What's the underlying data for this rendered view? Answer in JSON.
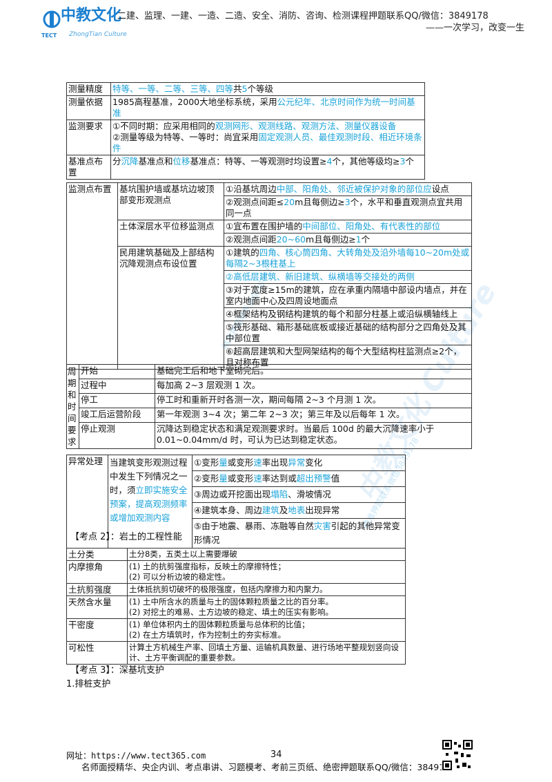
{
  "header": {
    "logo_cn": "中教文化",
    "logo_en": "ZhongTian Culture",
    "logo_tect": "TECT",
    "line1": "二建、监理、一建、一造、二造、安全、消防、咨询、检测课程押题联系QQ/微信：3849178",
    "line2": "——一次学习，改变一生"
  },
  "table1": [
    {
      "k": "测量精度",
      "v": [
        {
          "t": "特等、一等、二等、三等、四等",
          "c": "blue"
        },
        {
          "t": "共"
        },
        {
          "t": "5",
          "c": "blue"
        },
        {
          "t": "个等级"
        }
      ]
    },
    {
      "k": "测量依据",
      "v": [
        {
          "t": "1985高程基准，2000大地坐标系统，采用"
        },
        {
          "t": "公元纪年、北京时间作为统一时间基准",
          "c": "blue"
        }
      ]
    },
    {
      "k": "监测要求",
      "v": [
        {
          "t": "①不同时期：应采用相同的"
        },
        {
          "t": "观测网形、观测线路、观测方法、测量仪器设备",
          "c": "blue"
        }
      ],
      "v2": [
        {
          "t": "②测量等级为特等、一等时：尚宜采用"
        },
        {
          "t": "固定观测人员、最佳观测时段、相近环境条件",
          "c": "blue"
        }
      ]
    },
    {
      "k": "基准点布置",
      "v": [
        {
          "t": "分"
        },
        {
          "t": "沉降",
          "c": "blue"
        },
        {
          "t": "基准点和"
        },
        {
          "t": "位移",
          "c": "blue"
        },
        {
          "t": "基准点：特等、一等观测时均设置≥"
        },
        {
          "t": "4",
          "c": "blue"
        },
        {
          "t": "个，其他等级均≥"
        },
        {
          "t": "3",
          "c": "blue"
        },
        {
          "t": "个"
        }
      ]
    }
  ],
  "table2": {
    "title": "监测点布置",
    "groups": [
      {
        "name": "基坑围护墙或基坑边坡顶部变形观测点",
        "items": [
          [
            {
              "t": "①沿基坑周边"
            },
            {
              "t": "中部、阳角处、邻近被保护对象的部位应",
              "c": "blue"
            },
            {
              "t": "设点"
            }
          ],
          [
            {
              "t": "②观测点间距≤"
            },
            {
              "t": "20",
              "c": "blue"
            },
            {
              "t": "m且每侧边≥"
            },
            {
              "t": "3",
              "c": "blue"
            },
            {
              "t": "个，水平和垂直观测点宜共用同一点"
            }
          ]
        ]
      },
      {
        "name": "土体深层水平位移监测点",
        "items": [
          [
            {
              "t": "①宜布置在围护墙的"
            },
            {
              "t": "中间部位、阳角处、有代表性的部位",
              "c": "blue"
            }
          ],
          [
            {
              "t": "②观测点间距"
            },
            {
              "t": "20~60",
              "c": "blue"
            },
            {
              "t": "m且每侧边≥"
            },
            {
              "t": "1",
              "c": "blue"
            },
            {
              "t": "个"
            }
          ]
        ]
      },
      {
        "name": "民用建筑基础及上部结构沉降观测点布设位置",
        "items": [
          [
            {
              "t": "①建筑的"
            },
            {
              "t": "四角、核心筒四角、大转角处及沿外墙每10~20m处或每隔2~3根柱基上",
              "c": "blue"
            }
          ],
          [
            {
              "t": "②高低层建筑、新旧建筑、纵横墙等交接处的两侧",
              "c": "blue"
            }
          ],
          [
            {
              "t": "③对于宽度≥15m的建筑，应在承重内隔墙中部设内墙点，并在室内地面中心及四周设地面点"
            }
          ],
          [
            {
              "t": "④框架结构及钢结构建筑的每个和部分柱基上或沿纵横轴线上"
            }
          ],
          [
            {
              "t": "⑤筏形基础、箱形基础底板或接近基础的结构部分之四角处及其中部位置"
            }
          ],
          [
            {
              "t": "⑥超高层建筑和大型网架结构的每个大型结构柱监测点≥2个，且对称布置"
            }
          ]
        ]
      }
    ]
  },
  "table3": {
    "title": "周期和时间要求",
    "rows": [
      {
        "k": "开始",
        "v": "基础完工后和地下室砌完后。"
      },
      {
        "k": "过程中",
        "v": "每加高 2~3 层观测 1 次。"
      },
      {
        "k": "停工",
        "v": "停工时和重新开时各测一次，期间每隔 2~3 个月测 1 次。"
      },
      {
        "k": "竣工后运营阶段",
        "v": "第一年观测 3~4 次；第二年 2~3 次；第三年及以后每年 1 次。"
      },
      {
        "k": "停止观测",
        "v": "沉降达到稳定状态和满足观测要求时。当最后 100d 的最大沉降速率小于 0.01~0.04mm/d 时，可认为已达到稳定状态。"
      }
    ]
  },
  "table4": {
    "title": "异常处理",
    "desc": [
      {
        "t": "当建筑变形观测过程中发生下列情况之一时，须"
      },
      {
        "t": "立即实施安全预案，提高观测频率或增加观测内容",
        "c": "blue"
      }
    ],
    "items": [
      [
        {
          "t": "①变形"
        },
        {
          "t": "量",
          "c": "blue"
        },
        {
          "t": "或变形"
        },
        {
          "t": "速",
          "c": "blue"
        },
        {
          "t": "率出现"
        },
        {
          "t": "异常",
          "c": "blue"
        },
        {
          "t": "变化"
        }
      ],
      [
        {
          "t": "②变形"
        },
        {
          "t": "量",
          "c": "blue"
        },
        {
          "t": "或变形"
        },
        {
          "t": "速",
          "c": "blue"
        },
        {
          "t": "率达到或"
        },
        {
          "t": "超出预警",
          "c": "blue"
        },
        {
          "t": "值"
        }
      ],
      [
        {
          "t": "③周边或开挖面出现"
        },
        {
          "t": "塌陷",
          "c": "blue"
        },
        {
          "t": "、滑坡情况"
        }
      ],
      [
        {
          "t": "④建筑本身、周边"
        },
        {
          "t": "建筑",
          "c": "blue"
        },
        {
          "t": "及"
        },
        {
          "t": "地表",
          "c": "blue"
        },
        {
          "t": "出现异常"
        }
      ],
      [
        {
          "t": "⑤由于地震、暴雨、冻融等自然"
        },
        {
          "t": "灾害",
          "c": "blue"
        },
        {
          "t": "引起的其他异常变形情况"
        }
      ]
    ]
  },
  "kp2": "【考点 2】：岩土的工程性能",
  "table5": [
    {
      "k": "土分类",
      "v": [
        "土分8类，五类土以上需要爆破"
      ]
    },
    {
      "k": "内摩擦角",
      "v": [
        "(1) 土的抗剪强度指标，反映土的摩擦特性；",
        "(2) 可以分析边坡的稳定性。"
      ]
    },
    {
      "k": "土抗剪强度",
      "v": [
        "土体抵抗剪切破坏的极限强度，包括内摩擦力和内聚力。"
      ]
    },
    {
      "k": "天然含水量",
      "v": [
        "(1) 土中所含水的质量与土的固体颗粒质量之比的百分率。",
        "(2) 对挖土的难易、土方边坡的稳定、填土的压实有影响。"
      ]
    },
    {
      "k": "干密度",
      "v": [
        "(1) 单位体积内土的固体颗粒质量与总体积的比值；",
        "(2) 在土方填筑时，作为控制土的夯实标准。"
      ]
    },
    {
      "k": "可松性",
      "v": [
        "计算土方机械生产率、回填土方量、运输机具数量、进行场地平整规划竖向设计、土方平衡调配的重要参数。"
      ]
    }
  ],
  "kp3": "【考点 3】：深基坑支护",
  "sub1": "1.排桩支护",
  "footer": {
    "site": "网址：https://www.tect365.com",
    "page": "34",
    "line": "名师面授精华、央企内训、考点串讲、习题模考、考前三页纸、绝密押题联系QQ/微信：3849178"
  },
  "watermark": "精准押题联系微信3849178",
  "watermark_big": "中教文化 Culture"
}
